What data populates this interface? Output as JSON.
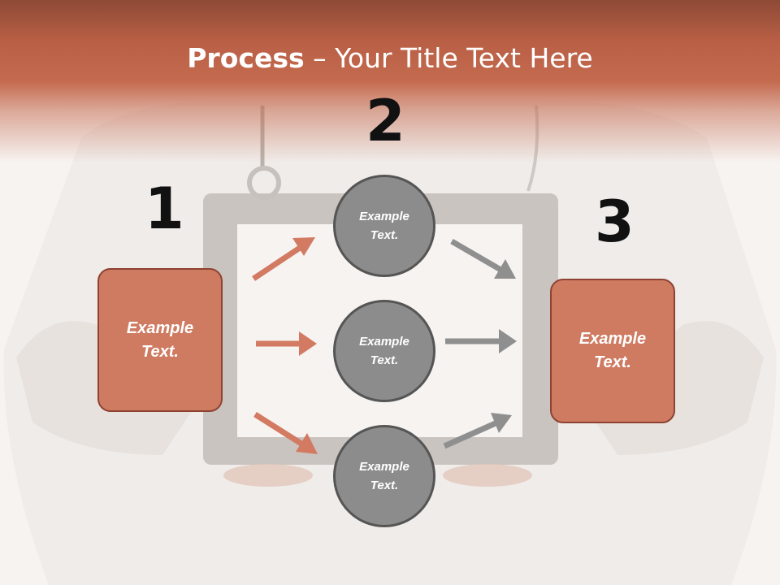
{
  "title": {
    "bold": "Process",
    "rest": " – Your Title Text Here"
  },
  "steps": [
    {
      "number": "1",
      "text": "Example Text."
    },
    {
      "number": "2",
      "text": "Example Text."
    },
    {
      "number": "3",
      "text": "Example Text."
    }
  ],
  "circles": [
    {
      "text": "Example Text."
    },
    {
      "text": "Example Text."
    },
    {
      "text": "Example Text."
    }
  ],
  "colors": {
    "header": "#c46a4f",
    "box": "#cf7b62",
    "circle": "#8c8c8c",
    "arrow_in": "#d27a62",
    "arrow_out": "#8f8f8f"
  }
}
